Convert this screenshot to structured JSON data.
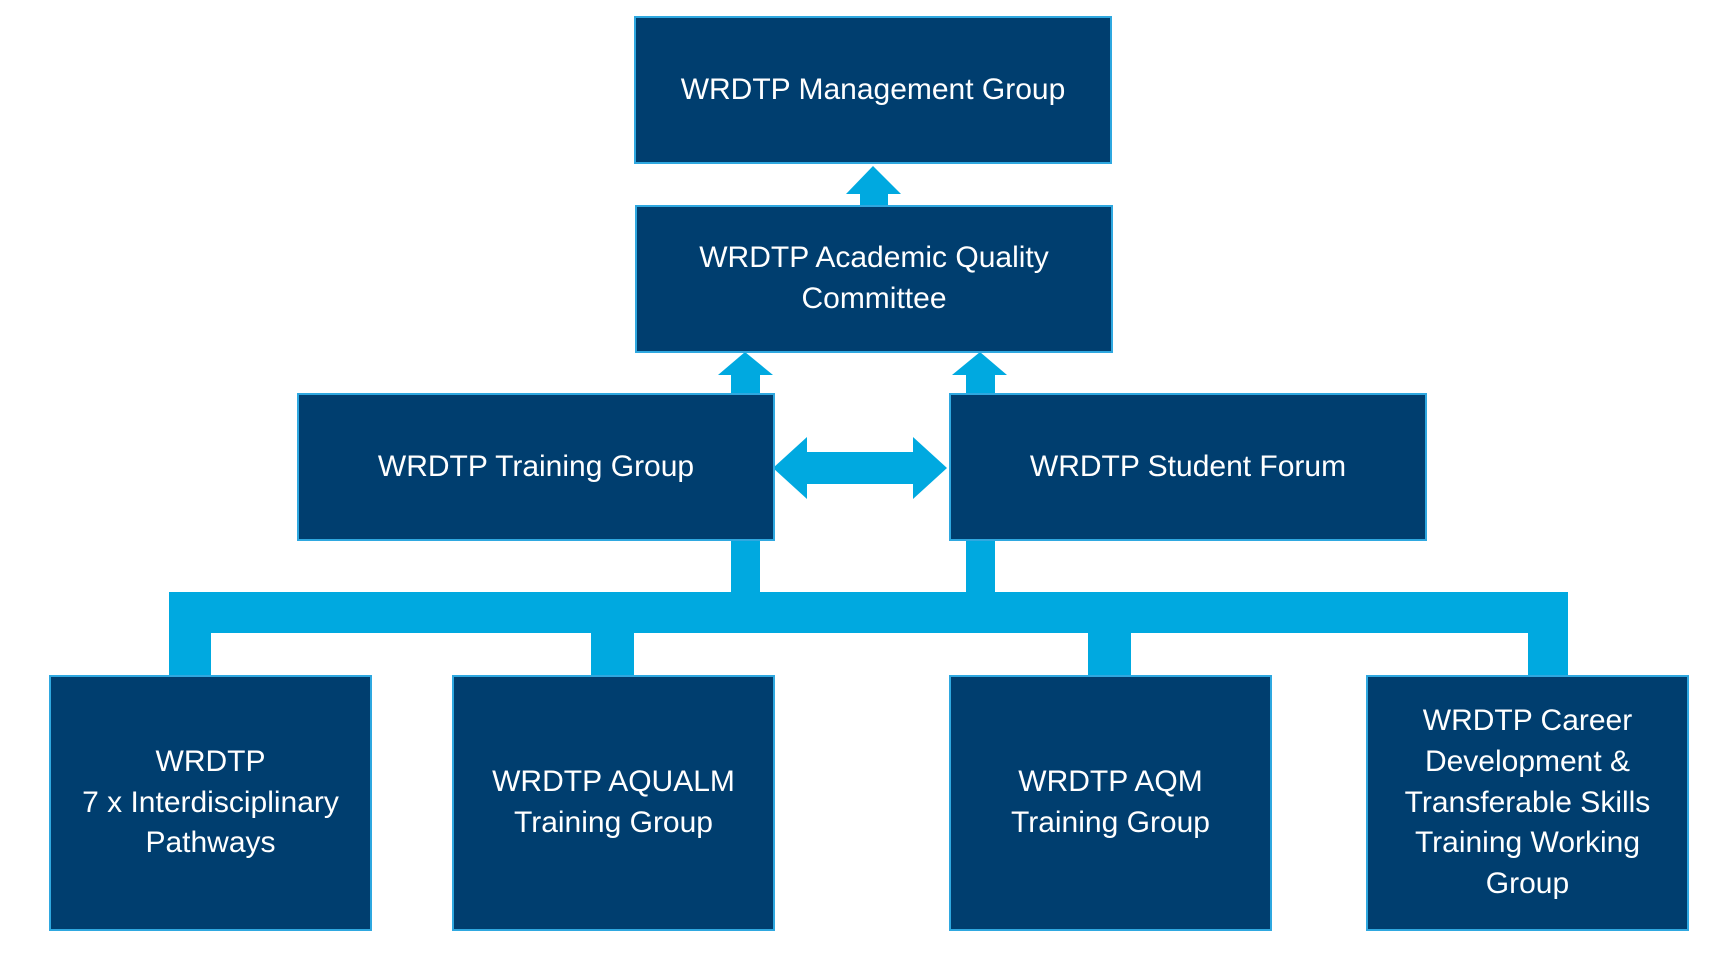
{
  "diagram": {
    "colors": {
      "box_fill": "#003e6f",
      "box_border": "#2fa8e0",
      "connector": "#00a9e0",
      "text": "#ffffff"
    },
    "nodes": {
      "management_group": "WRDTP Management Group",
      "academic_quality_committee": "WRDTP Academic Quality\nCommittee",
      "training_group": "WRDTP Training Group",
      "student_forum": "WRDTP Student Forum",
      "interdisciplinary_pathways": "WRDTP\n7 x Interdisciplinary\nPathways",
      "aqualm_training_group": "WRDTP AQUALM\nTraining Group",
      "aqm_training_group": "WRDTP AQM\nTraining Group",
      "career_development_group": "WRDTP Career\nDevelopment &\nTransferable Skills\nTraining Working\nGroup"
    },
    "edges": [
      {
        "from": "academic_quality_committee",
        "to": "management_group",
        "type": "arrow-up"
      },
      {
        "from": "training_group",
        "to": "academic_quality_committee",
        "type": "arrow-up"
      },
      {
        "from": "student_forum",
        "to": "academic_quality_committee",
        "type": "arrow-up"
      },
      {
        "from": "training_group",
        "to": "student_forum",
        "type": "double-arrow"
      },
      {
        "from": "interdisciplinary_pathways",
        "to": "training_group",
        "type": "arrow-up"
      },
      {
        "from": "aqualm_training_group",
        "to": "training_group",
        "type": "arrow-up"
      },
      {
        "from": "aqm_training_group",
        "to": "student_forum",
        "type": "arrow-up"
      },
      {
        "from": "career_development_group",
        "to": "student_forum",
        "type": "arrow-up"
      }
    ]
  }
}
